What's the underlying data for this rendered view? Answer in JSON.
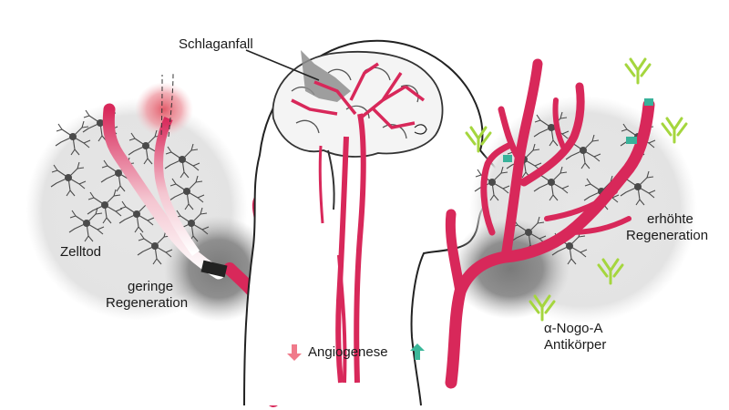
{
  "labels": {
    "stroke": "Schlaganfall",
    "cell_death": "Zelltod",
    "low_regen_1": "geringe",
    "low_regen_2": "Regeneration",
    "high_regen_1": "erhöhte",
    "high_regen_2": "Regeneration",
    "angiogenesis": "Angiogenese",
    "antibody_1": "α-Nogo-A",
    "antibody_2": "Antikörper"
  },
  "colors": {
    "vessel": "#d8285a",
    "vessel_pale": "#f2b8c6",
    "halo": "#e2e2e2",
    "lesion": "#8e8e8e",
    "infarct_glow": "#e8737d",
    "antibody": "#a5d63e",
    "tip_cell": "#39b29a",
    "arrow_down": "#f07a8a",
    "arrow_up": "#3bb89a",
    "outline": "#222222"
  },
  "icons": [
    "down-arrow-icon",
    "up-arrow-icon",
    "antibody-icon",
    "neuron-icon"
  ],
  "indicators": {
    "angiogenesis_left": "decreased",
    "angiogenesis_right": "increased"
  }
}
